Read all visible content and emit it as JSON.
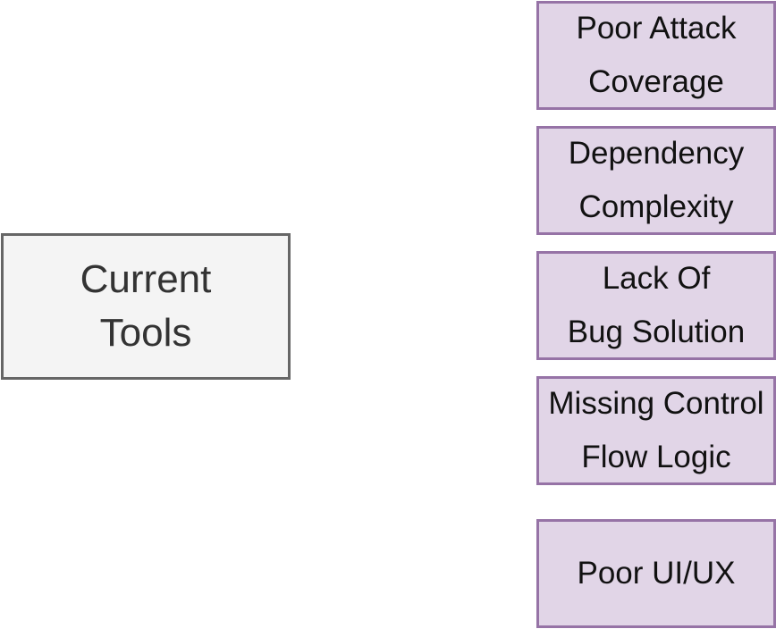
{
  "main_node": {
    "label": "Current\nTools"
  },
  "issues": [
    {
      "label": "Poor Attack\nCoverage"
    },
    {
      "label": "Dependency\nComplexity"
    },
    {
      "label": "Lack Of\nBug Solution"
    },
    {
      "label": "Missing Control\nFlow Logic"
    },
    {
      "label": "Poor UI/UX"
    }
  ],
  "colors": {
    "main_fill": "#f4f4f4",
    "main_stroke": "#666666",
    "issue_fill": "#e1d5e7",
    "issue_stroke": "#9673a6"
  }
}
